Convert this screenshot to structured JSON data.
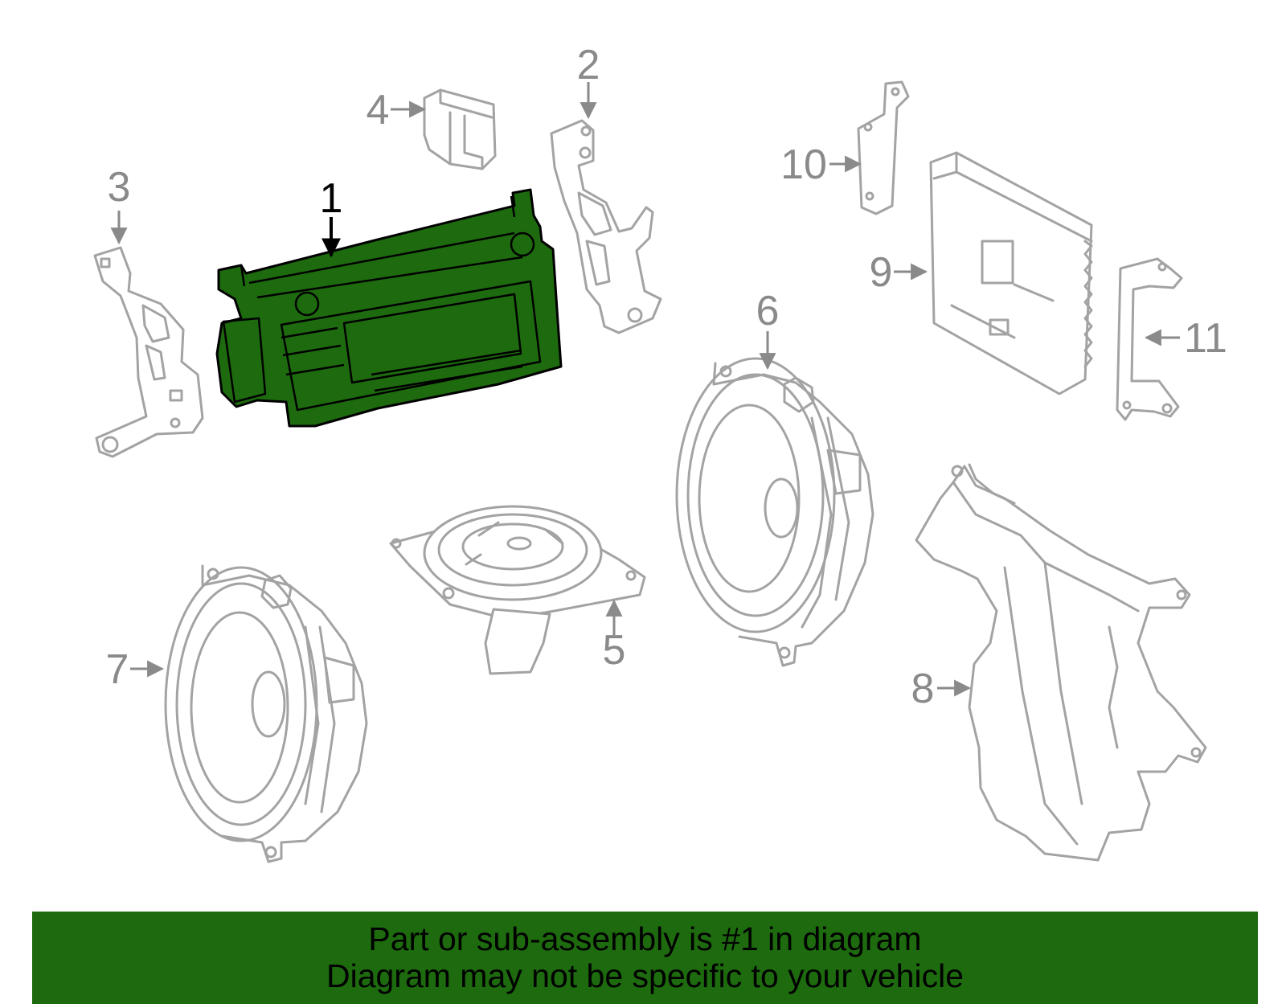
{
  "callouts": {
    "c1": "1",
    "c2": "2",
    "c3": "3",
    "c4": "4",
    "c5": "5",
    "c6": "6",
    "c7": "7",
    "c8": "8",
    "c9": "9",
    "c10": "10",
    "c11": "11"
  },
  "highlighted_part": "1",
  "colors": {
    "highlight": "#1d6b0e",
    "line_art": "#a3a3a3",
    "callout_text": "#8a8a8a"
  },
  "banner": {
    "line1": "Part or sub-assembly is #1 in diagram",
    "line2": "Diagram may not be specific to your vehicle"
  }
}
